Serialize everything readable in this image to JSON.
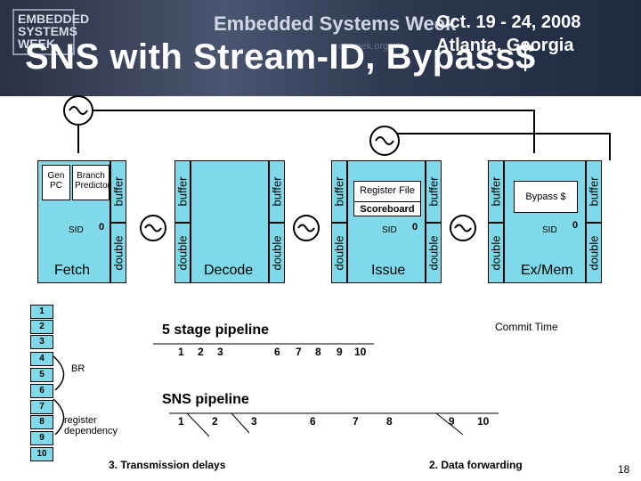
{
  "banner": {
    "logo": [
      "EMBEDDED",
      "SYSTEMS",
      "WEEK"
    ],
    "event": "Embedded Systems Week",
    "dates": "Oct. 19 - 24, 2008",
    "location": "Atlanta, Georgia",
    "url": "esweek.org"
  },
  "slide": {
    "title": "SNS with Stream-ID, Bypass$",
    "page_number": "18"
  },
  "stages": {
    "fetch": {
      "name": "Fetch",
      "gen_pc": "Gen PC",
      "branch_predictor": "Branch Predictor",
      "sid": "SID",
      "sid_value": "0"
    },
    "decode": {
      "name": "Decode"
    },
    "issue": {
      "name": "Issue",
      "register_file": "Register File",
      "scoreboard": "Scoreboard",
      "sid": "SID",
      "sid_value": "0"
    },
    "exmem": {
      "name": "Ex/Mem",
      "bypass": "Bypass $",
      "sid": "SID",
      "sid_value": "0"
    }
  },
  "buffers": {
    "buffer": "buffer",
    "double": "double"
  },
  "numbers": [
    "1",
    "2",
    "3",
    "4",
    "5",
    "6",
    "7",
    "8",
    "9",
    "10"
  ],
  "annotations": {
    "br": "BR",
    "register_dependency": "register dependency",
    "commit_time": "Commit Time",
    "five_stage": "5 stage pipeline",
    "sns_pipeline": "SNS pipeline",
    "transmission_delays": "3. Transmission delays",
    "data_forwarding": "2. Data forwarding"
  },
  "five_stage_row": [
    "1",
    "2",
    "3",
    "6",
    "7",
    "8",
    "9",
    "10"
  ],
  "sns_row": [
    "1",
    "2",
    "3",
    "6",
    "7",
    "8",
    "9",
    "10"
  ]
}
